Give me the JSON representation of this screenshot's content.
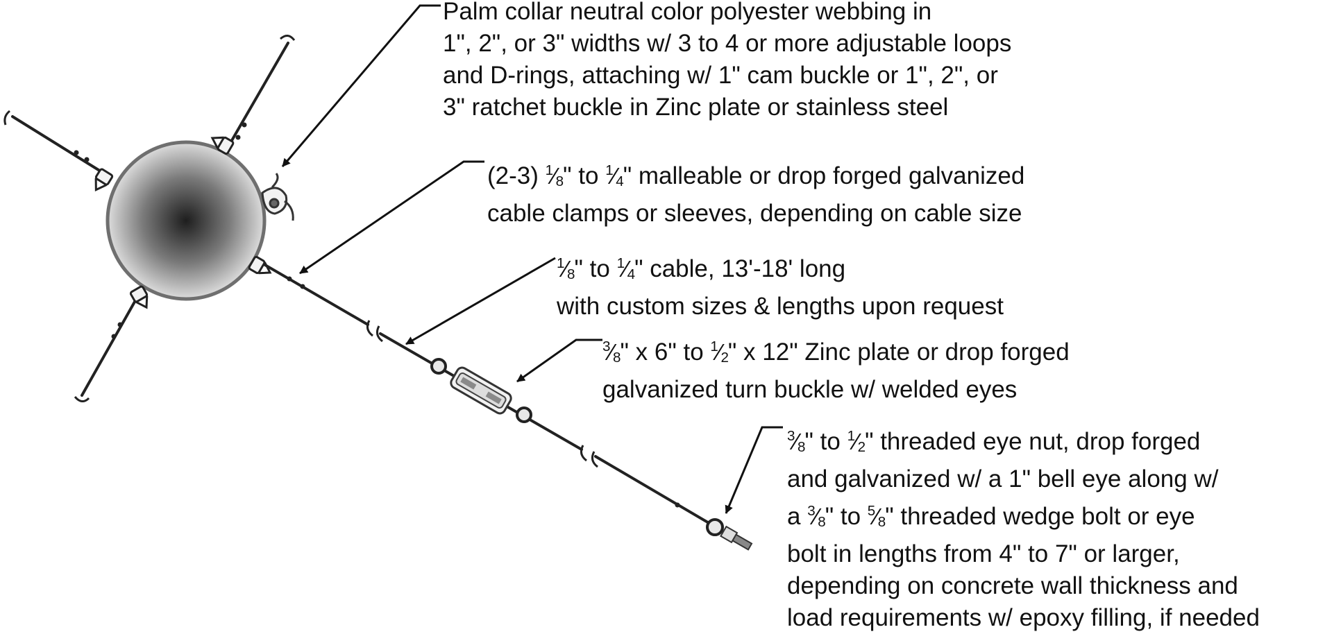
{
  "callouts": {
    "palm_collar": {
      "lines": [
        "Palm collar neutral color polyester webbing in",
        "1\", 2\", or 3\" widths w/ 3 to 4 or more adjustable loops",
        "and D-rings, attaching w/ 1\" cam buckle or 1\", 2\", or",
        "3\" ratchet buckle in Zinc plate or stainless steel"
      ]
    },
    "cable_clamps": {
      "prefix": "(2-3) ",
      "frac1": {
        "num": "1",
        "den": "8"
      },
      "mid": "\" to ",
      "frac2": {
        "num": "1",
        "den": "4"
      },
      "rest": "\" malleable or drop forged galvanized",
      "line2": "cable clamps or sleeves, depending on cable size"
    },
    "cable": {
      "frac1": {
        "num": "1",
        "den": "8"
      },
      "mid": "\" to ",
      "frac2": {
        "num": "1",
        "den": "4"
      },
      "rest": "\" cable, 13'-18' long",
      "line2": "with custom sizes & lengths upon request"
    },
    "turnbuckle": {
      "frac1": {
        "num": "3",
        "den": "8"
      },
      "mid": "\" x 6\" to ",
      "frac2": {
        "num": "1",
        "den": "2"
      },
      "rest": "\" x 12\" Zinc plate or drop forged",
      "line2": "galvanized turn buckle w/ welded eyes"
    },
    "eye_nut": {
      "frac1": {
        "num": "3",
        "den": "8"
      },
      "mid": "\" to ",
      "frac2": {
        "num": "1",
        "den": "2"
      },
      "rest": "\" threaded eye nut, drop forged",
      "line2": "and galvanized w/ a 1\" bell eye along w/",
      "line3_prefix": "a ",
      "frac3": {
        "num": "3",
        "den": "8"
      },
      "line3_mid": "\" to ",
      "frac4": {
        "num": "5",
        "den": "8"
      },
      "line3_rest": "\" threaded wedge bolt or eye",
      "line4": "bolt in lengths from 4\" to 7\" or larger,",
      "line5": "depending on concrete wall thickness and",
      "line6": "load requirements w/ epoxy filling, if needed"
    }
  },
  "colors": {
    "ink": "#111111",
    "trunk_center": "#1e1e1e",
    "trunk_edge": "#d8d8d8",
    "ring": "#6f6f6f"
  }
}
